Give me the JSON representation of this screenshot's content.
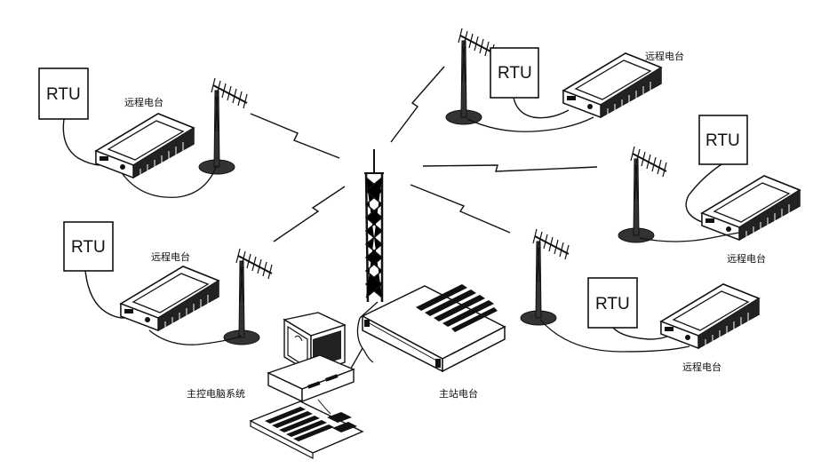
{
  "diagram": {
    "rtu_label": "RTU",
    "remote_radio_label": "远程电台",
    "master_radio_label": "主站电台",
    "master_computer_label": "主控电脑系统"
  }
}
